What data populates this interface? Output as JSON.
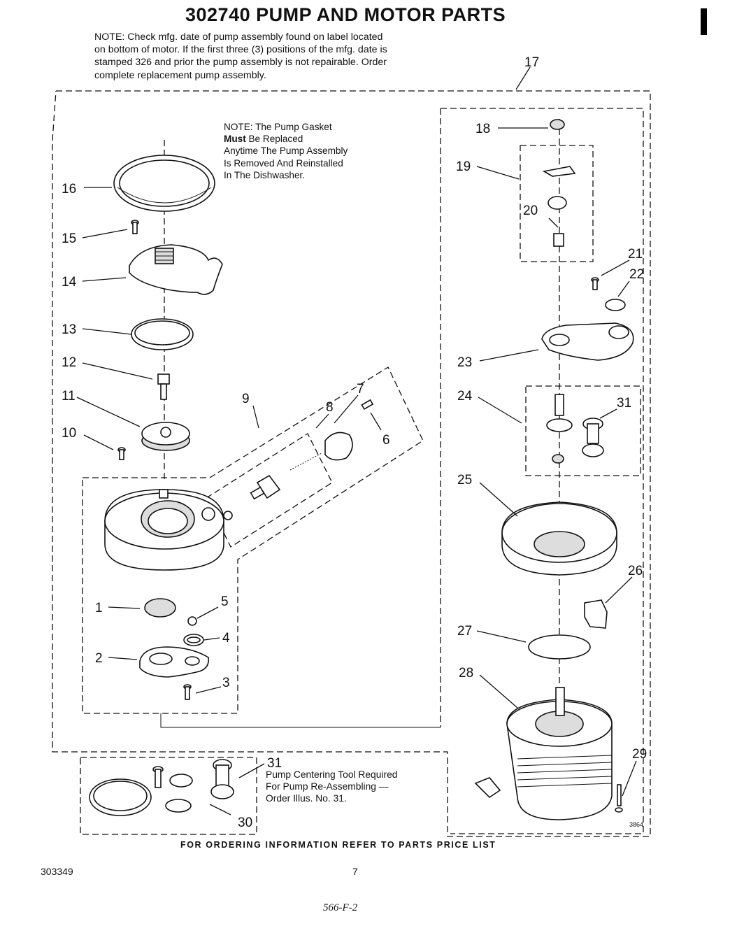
{
  "title": "302740 PUMP AND MOTOR PARTS",
  "note_lines": [
    "NOTE:   Check mfg. date of pump assembly found on label located",
    "on bottom of motor. If the first three (3) positions of the mfg. date is",
    "stamped 326 and prior the pump assembly is not repairable. Order",
    "complete replacement pump assembly."
  ],
  "gasket_note": {
    "line1": "NOTE: The Pump Gasket",
    "line2_bold": "Must",
    "line2_rest": " Be Replaced",
    "line3": "Anytime The Pump Assembly",
    "line4": "Is Removed And Reinstalled",
    "line5": "In The Dishwasher."
  },
  "centering_note": {
    "line1": "Pump Centering Tool Required",
    "line2": "For Pump Re-Assembling —",
    "line3": "Order Illus. No. 31."
  },
  "callouts": {
    "c1": "1",
    "c2": "2",
    "c3": "3",
    "c4": "4",
    "c5": "5",
    "c6": "6",
    "c7": "7",
    "c8": "8",
    "c9": "9",
    "c10": "10",
    "c11": "11",
    "c12": "12",
    "c13": "13",
    "c14": "14",
    "c15": "15",
    "c16": "16",
    "c17": "17",
    "c18": "18",
    "c19": "19",
    "c20": "20",
    "c21": "21",
    "c22": "22",
    "c23": "23",
    "c24": "24",
    "c25": "25",
    "c26": "26",
    "c27": "27",
    "c28": "28",
    "c29": "29",
    "c30": "30",
    "c31a": "31",
    "c31b": "31"
  },
  "drawing_tag": "3864",
  "footer": "FOR ORDERING INFORMATION REFER TO PARTS PRICE LIST",
  "doc_number": "303349",
  "page_number": "7",
  "handwritten": "566-F-2"
}
